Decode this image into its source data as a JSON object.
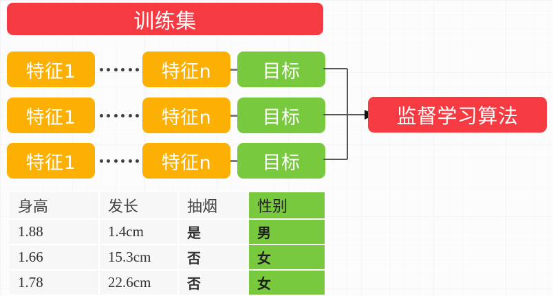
{
  "title_banner": {
    "label": "训练集"
  },
  "rows": [
    {
      "feature_first": "特征1",
      "ellipsis": "……",
      "feature_last": "特征n",
      "target": "目标"
    },
    {
      "feature_first": "特征1",
      "ellipsis": "……",
      "feature_last": "特征n",
      "target": "目标"
    },
    {
      "feature_first": "特征1",
      "ellipsis": "……",
      "feature_last": "特征n",
      "target": "目标"
    }
  ],
  "algorithm": {
    "label": "监督学习算法"
  },
  "table": {
    "headers": [
      "身高",
      "发长",
      "抽烟",
      "性别"
    ],
    "rows": [
      [
        "1.88",
        "1.4cm",
        "是",
        "男"
      ],
      [
        "1.66",
        "15.3cm",
        "否",
        "女"
      ],
      [
        "1.78",
        "22.6cm",
        "否",
        "女"
      ]
    ]
  },
  "colors": {
    "red": "#f63a41",
    "orange": "#fbb003",
    "green": "#78c93e",
    "line": "#555555",
    "background": "#fcfcfc"
  },
  "connector": {
    "arrow_direction": "right",
    "branch_count": 3
  }
}
